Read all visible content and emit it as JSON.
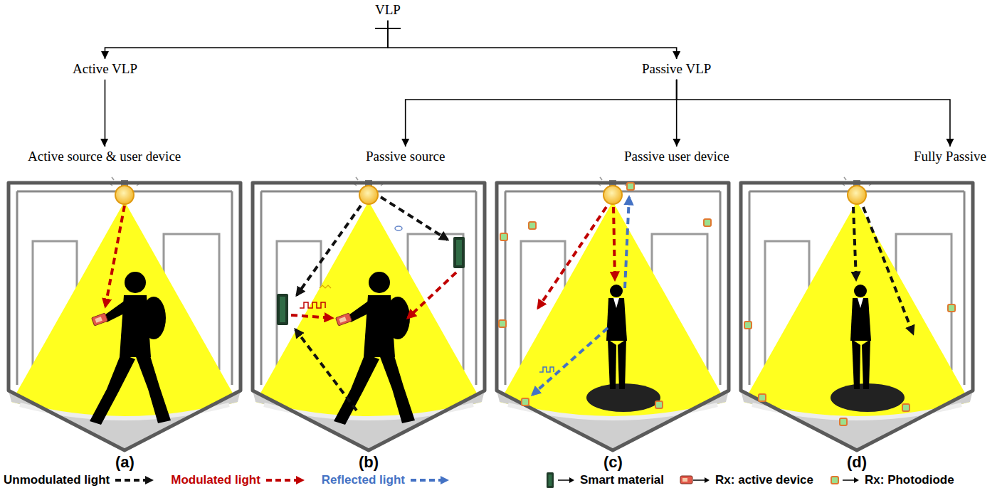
{
  "diagram": {
    "nodes": [
      {
        "text": [
          "VLP"
        ]
      },
      {
        "text": [
          "Active VLP"
        ]
      },
      {
        "text": [
          "Passive VLP"
        ]
      },
      {
        "text": [
          "Active source & user device"
        ]
      },
      {
        "text": [
          "Passive source"
        ]
      },
      {
        "text": [
          "Passive user device"
        ]
      },
      {
        "text": [
          "Fully Passive"
        ]
      }
    ],
    "edges": [
      {
        "from": 0,
        "to": 1,
        "arrow": "to"
      },
      {
        "from": 0,
        "to": 2,
        "arrow": "to"
      },
      {
        "from": 1,
        "to": 3,
        "arrow": "to"
      },
      {
        "from": 2,
        "to": 4,
        "arrow": "to"
      },
      {
        "from": 2,
        "to": 5,
        "arrow": "to"
      },
      {
        "from": 2,
        "to": 6,
        "arrow": "to"
      }
    ],
    "labels": [
      "(a)",
      "(b)",
      "(c)",
      "(d)"
    ],
    "legend": [
      {
        "text": "Unmodulated light"
      },
      {
        "text": "Modulated light"
      },
      {
        "text": "Reflected light"
      },
      {
        "text": "Smart material"
      },
      {
        "text": "Rx: active device"
      },
      {
        "text": "Rx: Photodiode"
      }
    ]
  }
}
